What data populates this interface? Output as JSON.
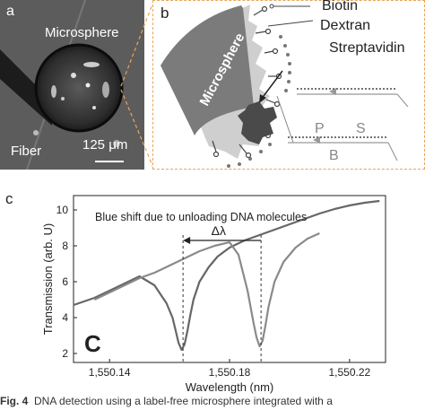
{
  "panel_a": {
    "label": "a",
    "microsphere": "Microsphere",
    "fiber": "Fiber",
    "scale": "125 μm"
  },
  "panel_b": {
    "label": "b",
    "microsphere": "Microsphere",
    "biotin": "Biotin",
    "dextran": "Dextran",
    "streptavidin": "Streptavidin",
    "p": "P",
    "s": "S",
    "b": "B"
  },
  "panel_c": {
    "label": "c",
    "inset_label": "C",
    "annotation": "Blue shift due to unloading DNA molecules",
    "delta": "Δλ"
  },
  "caption": {
    "prefix": "Fig. 4",
    "text": "DNA detection using a label-free microsphere integrated with a"
  },
  "chart_data": {
    "type": "line",
    "xlabel": "Wavelength (nm)",
    "ylabel": "Transmission (arb. U)",
    "xlim": [
      1550.128,
      1550.232
    ],
    "ylim": [
      1.5,
      10.8
    ],
    "xticks": [
      1550.14,
      1550.18,
      1550.22
    ],
    "xtick_labels": [
      "1,550.14",
      "1,550.18",
      "1,550.22"
    ],
    "yticks": [
      2,
      4,
      6,
      8,
      10
    ],
    "series": [
      {
        "x": [
          1550.128,
          1550.135,
          1550.14,
          1550.145,
          1550.15,
          1550.155,
          1550.159,
          1550.161,
          1550.162,
          1550.163,
          1550.164,
          1550.165,
          1550.166,
          1550.167,
          1550.168,
          1550.17,
          1550.173,
          1550.176,
          1550.18,
          1550.185,
          1550.19,
          1550.195,
          1550.2,
          1550.205,
          1550.21,
          1550.215,
          1550.22,
          1550.225,
          1550.23
        ],
        "y": [
          4.7,
          5.1,
          5.5,
          5.9,
          6.3,
          5.8,
          4.8,
          4.0,
          3.3,
          2.6,
          2.2,
          2.5,
          3.3,
          4.2,
          5.0,
          6.0,
          6.8,
          7.4,
          7.9,
          8.3,
          8.6,
          8.9,
          9.2,
          9.5,
          9.8,
          10.05,
          10.25,
          10.4,
          10.5
        ]
      },
      {
        "x": [
          1550.135,
          1550.14,
          1550.145,
          1550.15,
          1550.155,
          1550.16,
          1550.165,
          1550.17,
          1550.175,
          1550.18,
          1550.183,
          1550.186,
          1550.188,
          1550.189,
          1550.19,
          1550.191,
          1550.192,
          1550.193,
          1550.195,
          1550.198,
          1550.202,
          1550.206,
          1550.21
        ],
        "y": [
          5.0,
          5.4,
          5.8,
          6.2,
          6.5,
          6.9,
          7.3,
          7.7,
          8.0,
          8.2,
          7.5,
          5.5,
          3.7,
          2.9,
          2.4,
          2.7,
          3.6,
          4.6,
          6.0,
          7.1,
          7.9,
          8.4,
          8.7
        ]
      }
    ],
    "markers": [
      1550.1645,
      1550.1905
    ]
  }
}
